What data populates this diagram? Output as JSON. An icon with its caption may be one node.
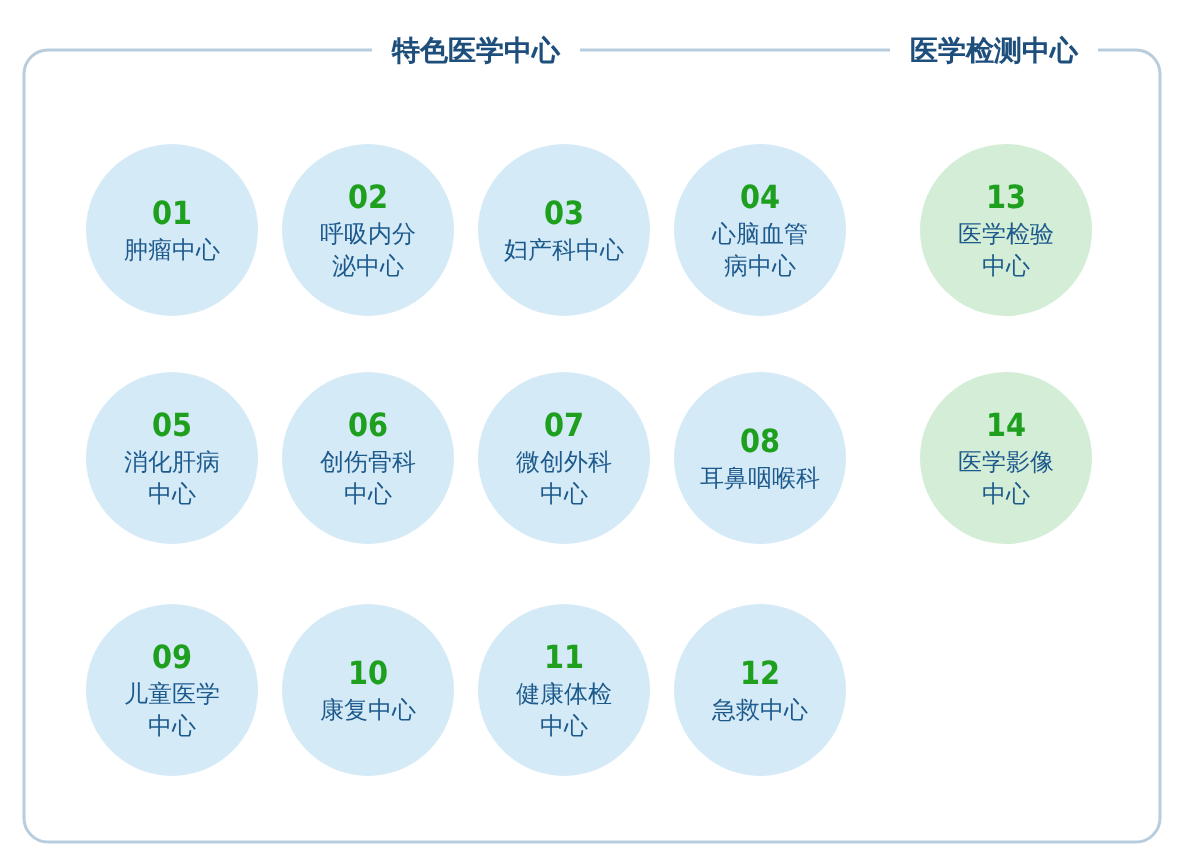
{
  "diagram": {
    "nodes": [
      {
        "text": [
          "01",
          "肿瘤中心"
        ]
      },
      {
        "text": [
          "02",
          "呼吸内分泌中心"
        ]
      },
      {
        "text": [
          "03",
          "妇产科中心"
        ]
      },
      {
        "text": [
          "04",
          "心脑血管病中心"
        ]
      },
      {
        "text": [
          "05",
          "消化肝病中心"
        ]
      },
      {
        "text": [
          "06",
          "创伤骨科中心"
        ]
      },
      {
        "text": [
          "07",
          "微创外科中心"
        ]
      },
      {
        "text": [
          "08",
          "耳鼻咽喉科"
        ]
      },
      {
        "text": [
          "09",
          "儿童医学中心"
        ]
      },
      {
        "text": [
          "10",
          "康复中心"
        ]
      },
      {
        "text": [
          "11",
          "健康体检中心"
        ]
      },
      {
        "text": [
          "12",
          "急救中心"
        ]
      },
      {
        "text": [
          "13",
          "医学检验中心"
        ]
      },
      {
        "text": [
          "14",
          "医学影像中心"
        ]
      }
    ],
    "labels": [
      "特色医学中心",
      "医学检测中心"
    ]
  }
}
